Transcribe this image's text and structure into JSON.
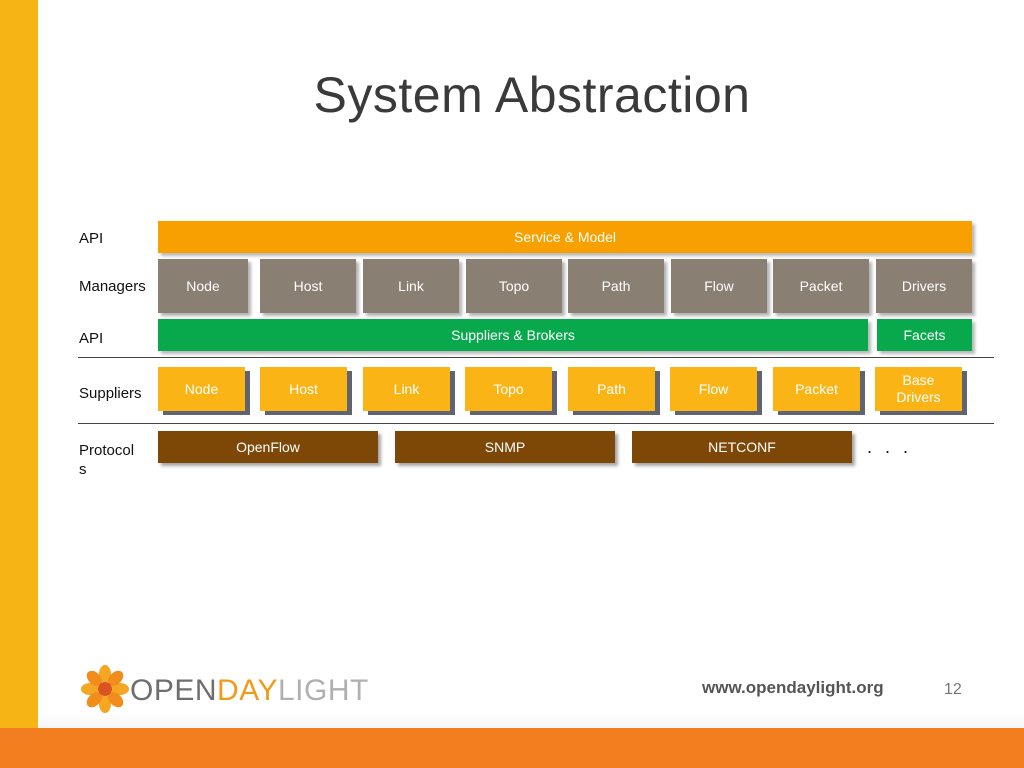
{
  "slide": {
    "title": "System Abstraction",
    "page_number": "12",
    "url": "www.opendaylight.org"
  },
  "logo": {
    "text_open": "OPEN",
    "text_day": "DAY",
    "text_light": "LIGHT",
    "icon": "sunflower-logo-icon"
  },
  "rows": {
    "api_top": "API",
    "managers": "Managers",
    "api_mid": "API",
    "suppliers": "Suppliers",
    "protocols": "Protocols"
  },
  "api_top_box": "Service & Model",
  "managers": [
    "Node",
    "Host",
    "Link",
    "Topo",
    "Path",
    "Flow",
    "Packet",
    "Drivers"
  ],
  "api_mid_boxes": {
    "main": "Suppliers & Brokers",
    "side": "Facets"
  },
  "suppliers": [
    "Node",
    "Host",
    "Link",
    "Topo",
    "Path",
    "Flow",
    "Packet"
  ],
  "suppliers_base": {
    "line1": "Base",
    "line2": "Drivers"
  },
  "protocols": [
    "OpenFlow",
    "SNMP",
    "NETCONF"
  ],
  "protocols_more": ". . .",
  "colors": {
    "accent_yellow": "#f7b515",
    "accent_orange": "#f37e1f",
    "api_orange": "#f7a000",
    "manager_gray": "#8a7f73",
    "api_green": "#07a94c",
    "supplier_yellow": "#fbb415",
    "protocol_brown": "#7d4707"
  }
}
